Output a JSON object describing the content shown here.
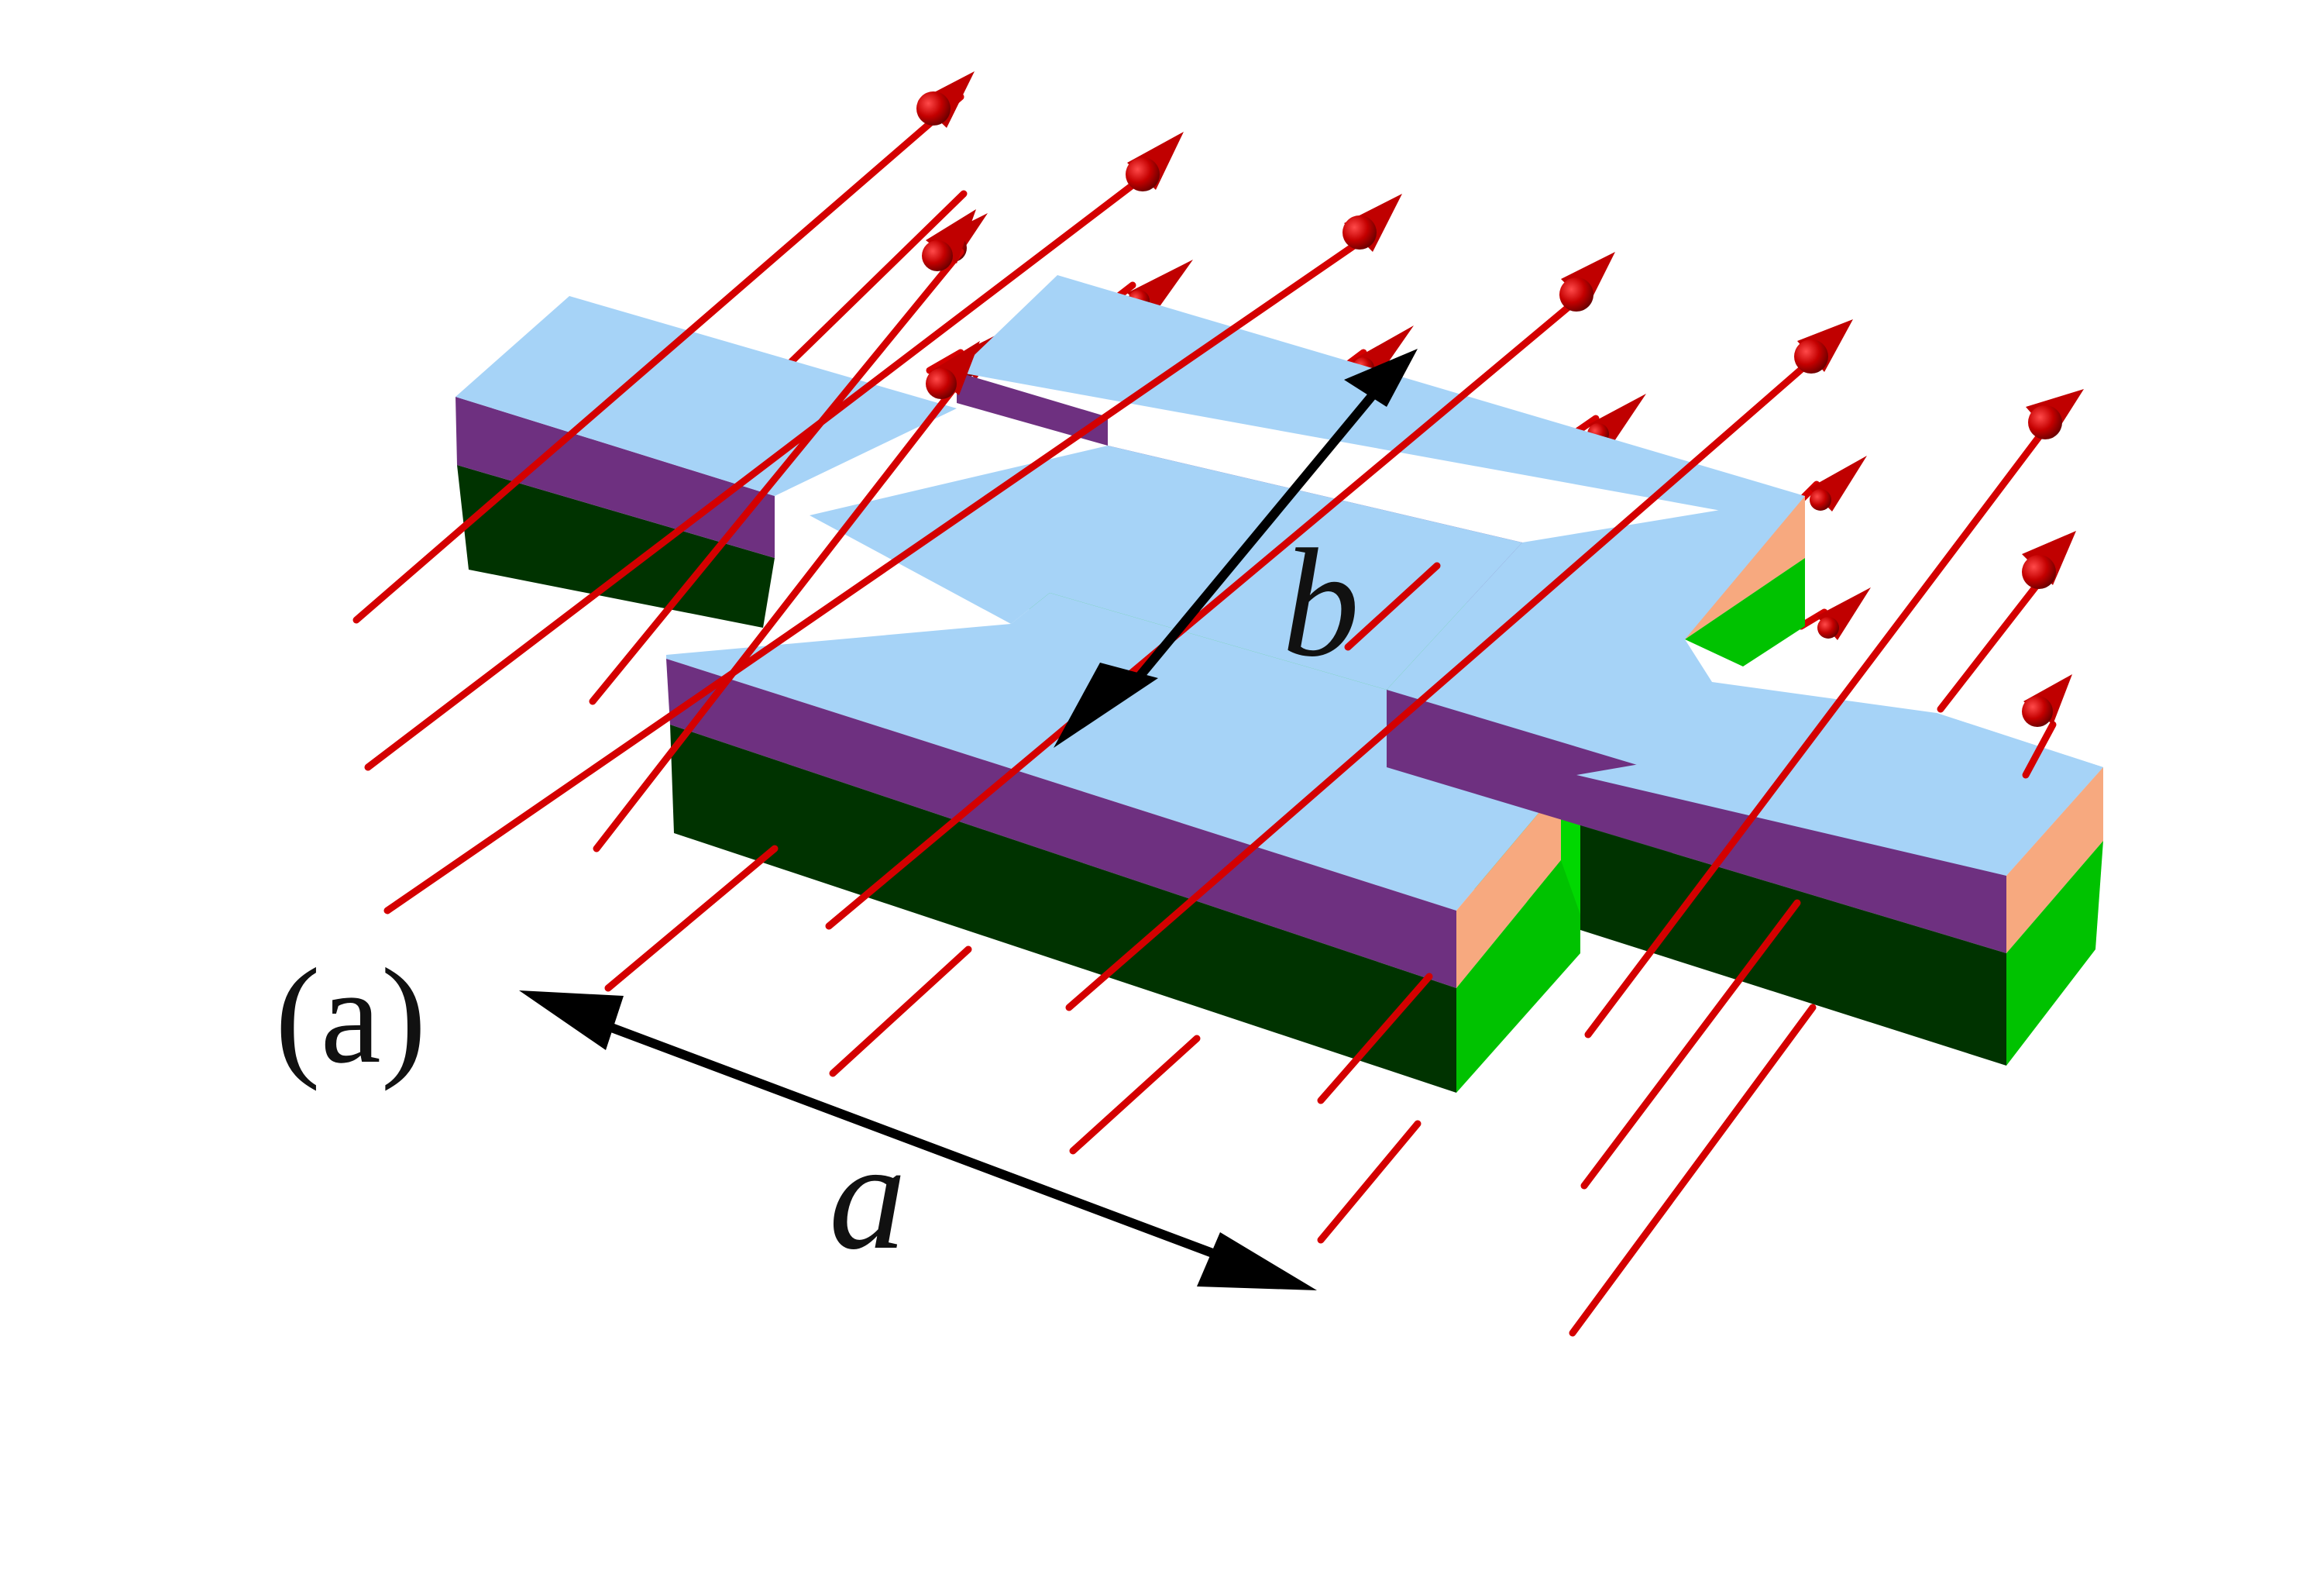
{
  "figure": {
    "panel_label": "(a)",
    "dimension_a": "a",
    "dimension_b": "b",
    "colors": {
      "top_face": "#a6d3f7",
      "upper_layer_side": "#6e3080",
      "lower_layer_side": "#003300",
      "upper_layer_end": "#f7a97f",
      "lower_layer_end": "#00c200",
      "floor": "#00d800",
      "field_arrows": "#d40000",
      "dimension_arrows": "#000000"
    }
  }
}
